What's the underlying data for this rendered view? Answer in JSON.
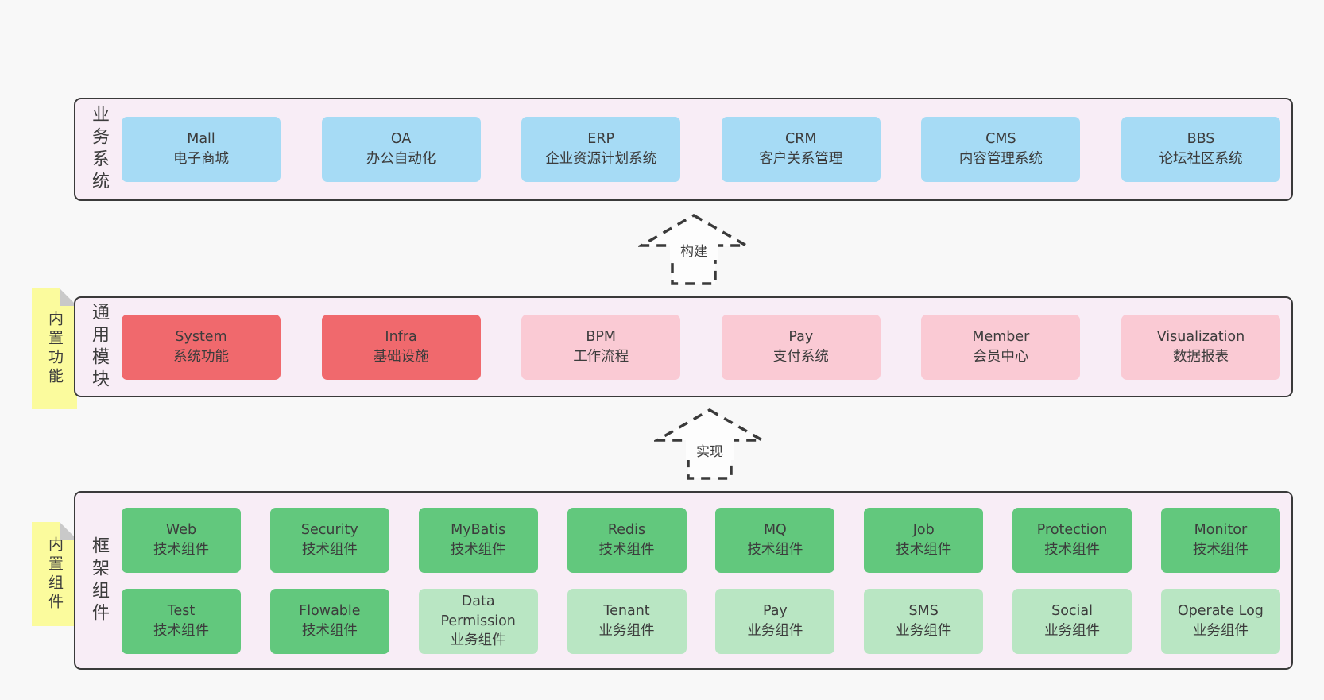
{
  "palette": {
    "page_bg": "#f8f8f8",
    "panel_bg": "#f8edf6",
    "panel_border": "#3a3a3a",
    "blue_box": "#a6dbf5",
    "red_box": "#f0696d",
    "pink_box": "#facad4",
    "green_box": "#62c87d",
    "light_green_box": "#b9e6c3",
    "sticky_note": "#fbfb9d",
    "text": "#3c3c3c"
  },
  "arrows": [
    {
      "label": "构建"
    },
    {
      "label": "实现"
    }
  ],
  "layers": {
    "business": {
      "side_label": "业务系统",
      "boxes": [
        {
          "name": "Mall",
          "sub": "电子商城"
        },
        {
          "name": "OA",
          "sub": "办公自动化"
        },
        {
          "name": "ERP",
          "sub": "企业资源计划系统"
        },
        {
          "name": "CRM",
          "sub": "客户关系管理"
        },
        {
          "name": "CMS",
          "sub": "内容管理系统"
        },
        {
          "name": "BBS",
          "sub": "论坛社区系统"
        }
      ]
    },
    "modules": {
      "side_label": "通用模块",
      "note_label": "内置功能",
      "boxes": [
        {
          "name": "System",
          "sub": "系统功能"
        },
        {
          "name": "Infra",
          "sub": "基础设施"
        },
        {
          "name": "BPM",
          "sub": "工作流程"
        },
        {
          "name": "Pay",
          "sub": "支付系统"
        },
        {
          "name": "Member",
          "sub": "会员中心"
        },
        {
          "name": "Visualization",
          "sub": "数据报表"
        }
      ]
    },
    "components": {
      "side_label": "框架组件",
      "note_label": "内置组件",
      "rows": [
        [
          {
            "name": "Web",
            "sub": "技术组件"
          },
          {
            "name": "Security",
            "sub": "技术组件"
          },
          {
            "name": "MyBatis",
            "sub": "技术组件"
          },
          {
            "name": "Redis",
            "sub": "技术组件"
          },
          {
            "name": "MQ",
            "sub": "技术组件"
          },
          {
            "name": "Job",
            "sub": "技术组件"
          },
          {
            "name": "Protection",
            "sub": "技术组件"
          },
          {
            "name": "Monitor",
            "sub": "技术组件"
          }
        ],
        [
          {
            "name": "Test",
            "sub": "技术组件"
          },
          {
            "name": "Flowable",
            "sub": "技术组件"
          },
          {
            "name": "Data Permission",
            "sub": "业务组件"
          },
          {
            "name": "Tenant",
            "sub": "业务组件"
          },
          {
            "name": "Pay",
            "sub": "业务组件"
          },
          {
            "name": "SMS",
            "sub": "业务组件"
          },
          {
            "name": "Social",
            "sub": "业务组件"
          },
          {
            "name": "Operate Log",
            "sub": "业务组件"
          }
        ]
      ]
    }
  }
}
